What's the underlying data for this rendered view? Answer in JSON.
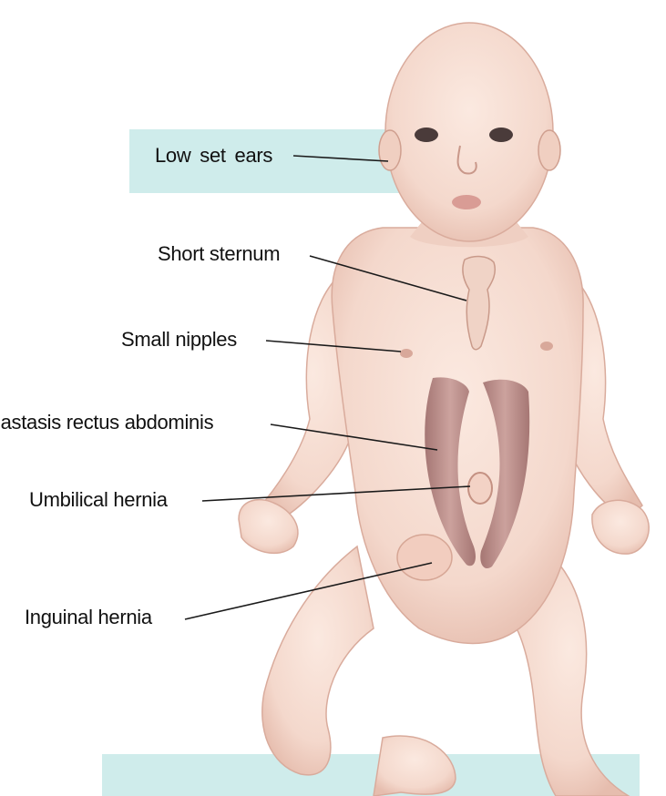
{
  "labels": {
    "low_set_ears": "Low set ears",
    "short_sternum": "Short sternum",
    "small_nipples": "Small nipples",
    "diastasis_recti": "iastasis rectus abdominis",
    "umbilical_hernia": "Umbilical hernia",
    "inguinal_hernia": "Inguinal hernia"
  },
  "colors": {
    "skin": "#f6ddd2",
    "skin_shadow": "#e9c2b4",
    "muscle": "#b88a87",
    "teal_band": "#cfeceb",
    "leader_line": "#1a1a1a"
  }
}
